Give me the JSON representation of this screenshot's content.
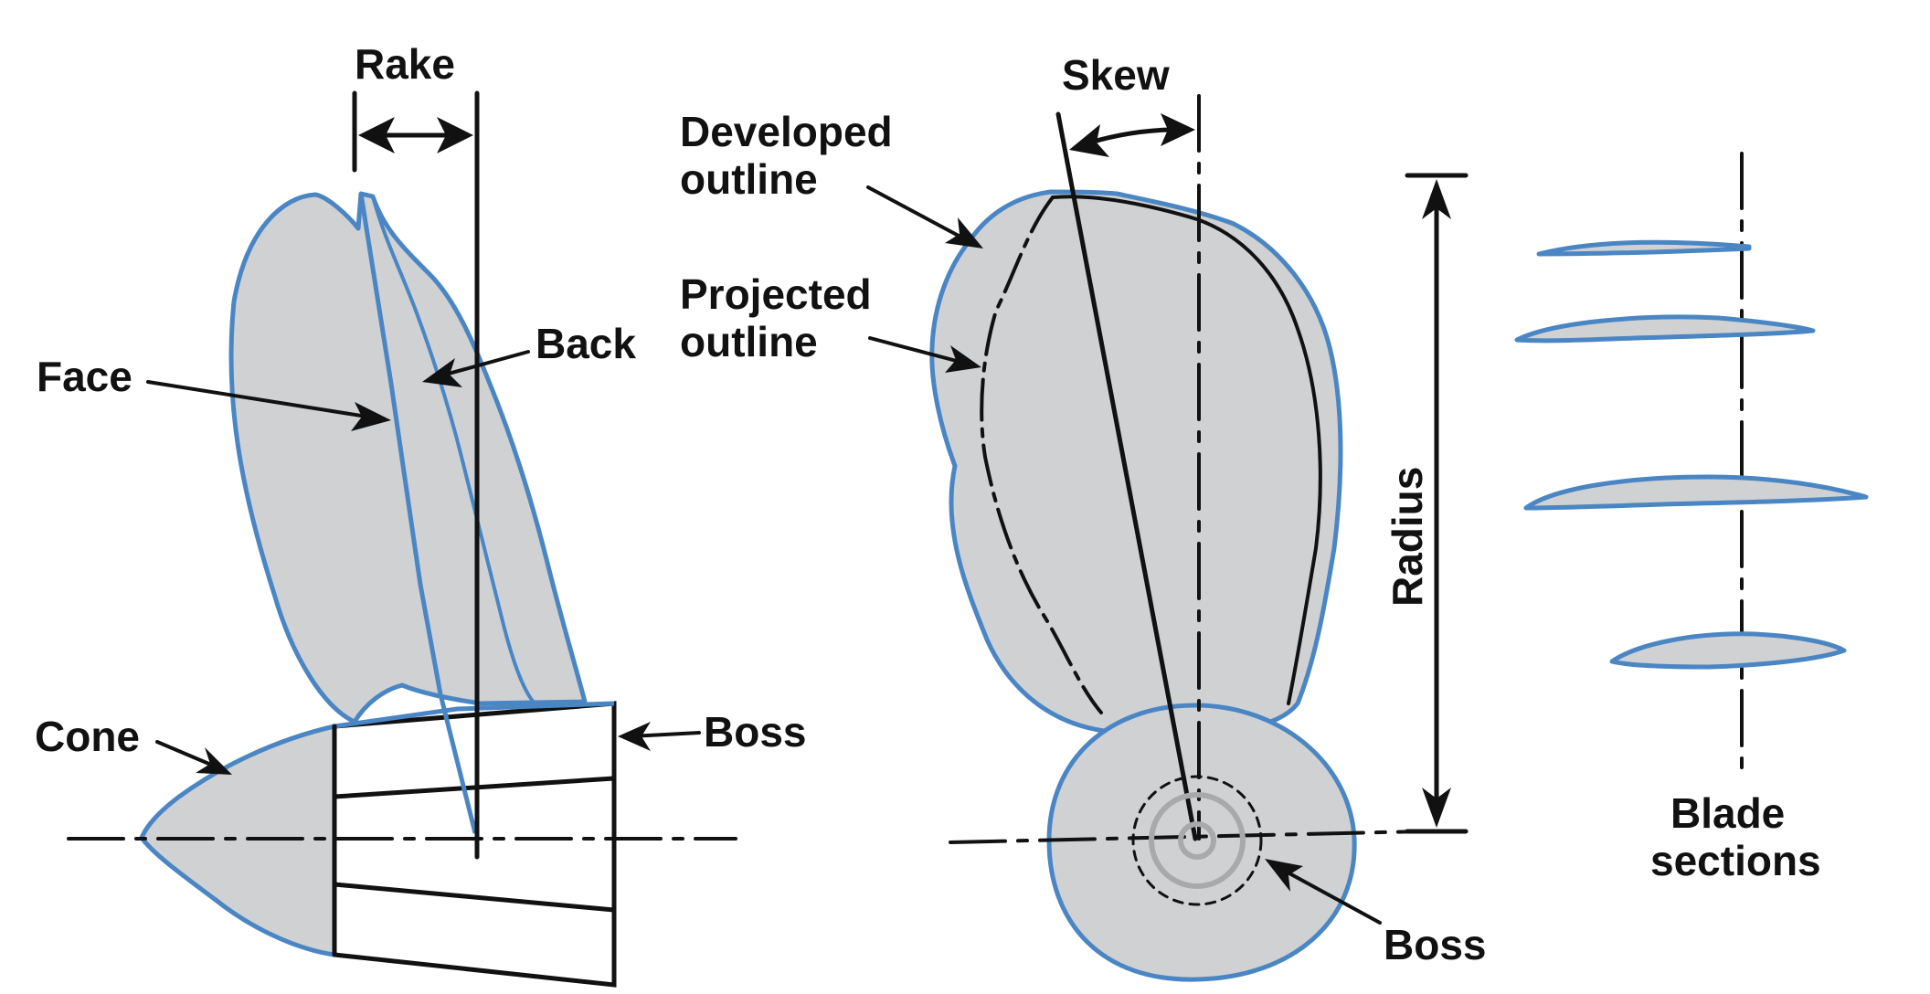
{
  "labels": {
    "rake": "Rake",
    "face": "Face",
    "back": "Back",
    "cone": "Cone",
    "boss_side": "Boss",
    "skew": "Skew",
    "developed_line1": "Developed",
    "developed_line2": "outline",
    "projected_line1": "Projected",
    "projected_line2": "outline",
    "radius": "Radius",
    "boss_front": "Boss",
    "blade_sections_line1": "Blade",
    "blade_sections_line2": "sections"
  },
  "colors": {
    "outline_blue": "#4a86c4",
    "fill_gray": "#d0d1d3",
    "ink": "#111111"
  }
}
